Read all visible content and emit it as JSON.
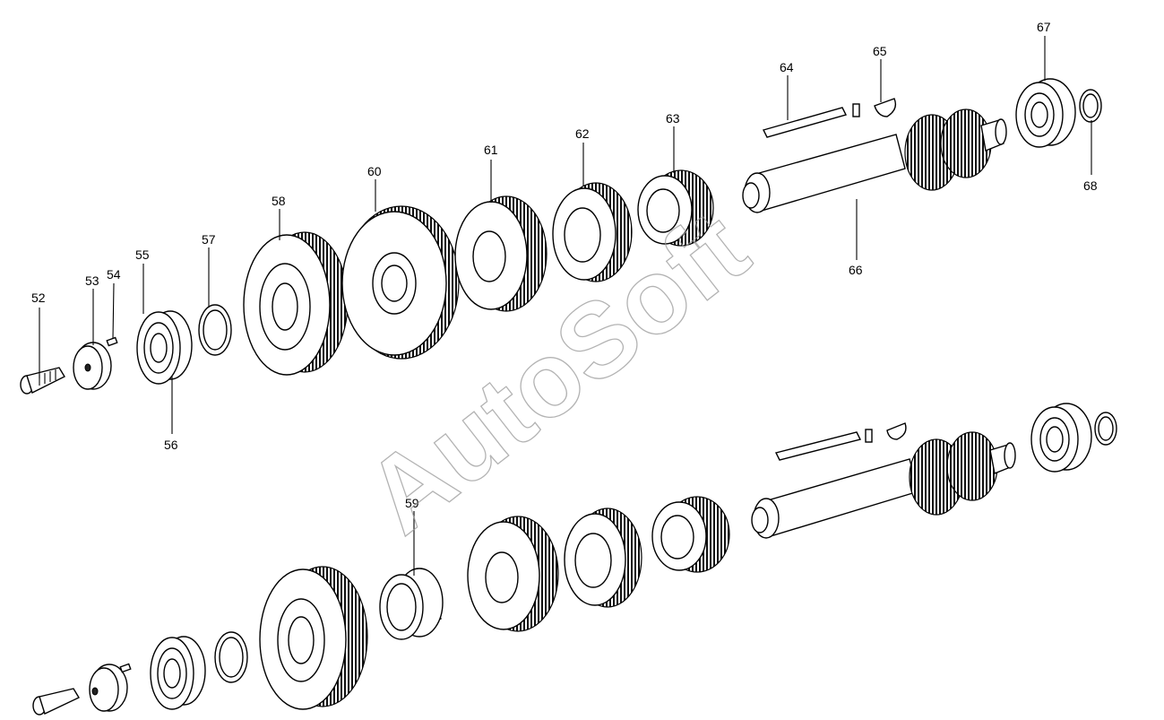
{
  "watermark": "AutoSoft",
  "callouts": {
    "c52": "52",
    "c53": "53",
    "c54": "54",
    "c55": "55",
    "c56": "56",
    "c57": "57",
    "c58": "58",
    "c59": "59",
    "c60": "60",
    "c61": "61",
    "c62": "62",
    "c63": "63",
    "c64": "64",
    "c65": "65",
    "c66": "66",
    "c67": "67",
    "c68": "68"
  }
}
